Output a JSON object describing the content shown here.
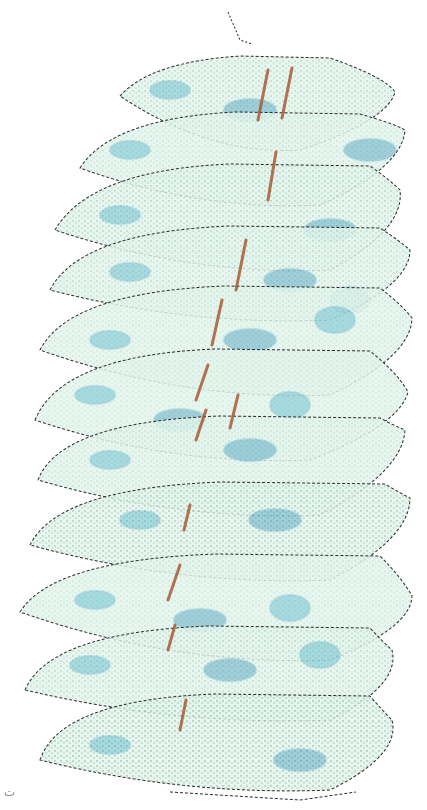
{
  "figure": {
    "kind": "stacked translucent sheets threaded on a vertical axis",
    "corner_glyph": "ت"
  },
  "colors": {
    "background": "#ffffff",
    "sheet_fill": "#e3f4ec",
    "speckle_green": "#1f8a4c",
    "speckle_dark": "#114a2a",
    "blob_cyan": "#33a7c4",
    "blob_deep": "#1d86b3",
    "outline": "#2b2b2b",
    "rod_brown": "#a4522a"
  },
  "sheets": [
    {
      "id": "sheet-1",
      "density": 0.55,
      "blobs": 2
    },
    {
      "id": "sheet-2",
      "density": 0.35,
      "blobs": 2
    },
    {
      "id": "sheet-3",
      "density": 0.6,
      "blobs": 2
    },
    {
      "id": "sheet-4",
      "density": 0.45,
      "blobs": 3
    },
    {
      "id": "sheet-5",
      "density": 0.3,
      "blobs": 3
    },
    {
      "id": "sheet-6",
      "density": 0.25,
      "blobs": 3
    },
    {
      "id": "sheet-7",
      "density": 0.35,
      "blobs": 2
    },
    {
      "id": "sheet-8",
      "density": 0.75,
      "blobs": 2
    },
    {
      "id": "sheet-9",
      "density": 0.3,
      "blobs": 3
    },
    {
      "id": "sheet-10",
      "density": 0.5,
      "blobs": 3
    },
    {
      "id": "sheet-11",
      "density": 0.85,
      "blobs": 2
    }
  ]
}
